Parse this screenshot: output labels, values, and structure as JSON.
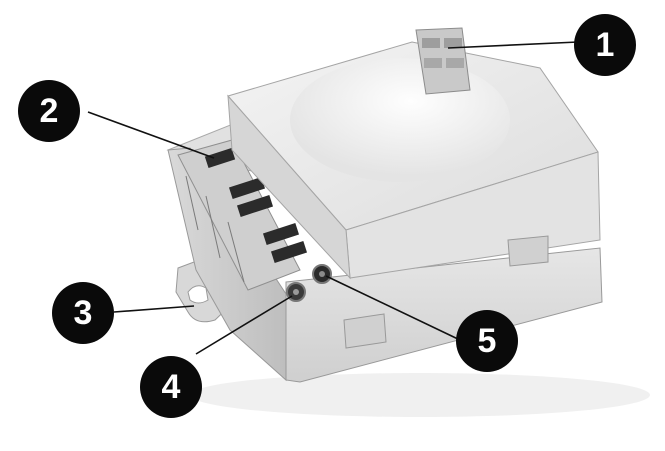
{
  "callouts": [
    {
      "id": "1",
      "label": "1"
    },
    {
      "id": "2",
      "label": "2"
    },
    {
      "id": "3",
      "label": "3"
    },
    {
      "id": "4",
      "label": "4"
    },
    {
      "id": "5",
      "label": "5"
    }
  ],
  "colors": {
    "housing": "#e9e9e9",
    "housing_shade": "#d2d2d2",
    "callout": "#0a0a0a",
    "leader": "#111111"
  }
}
